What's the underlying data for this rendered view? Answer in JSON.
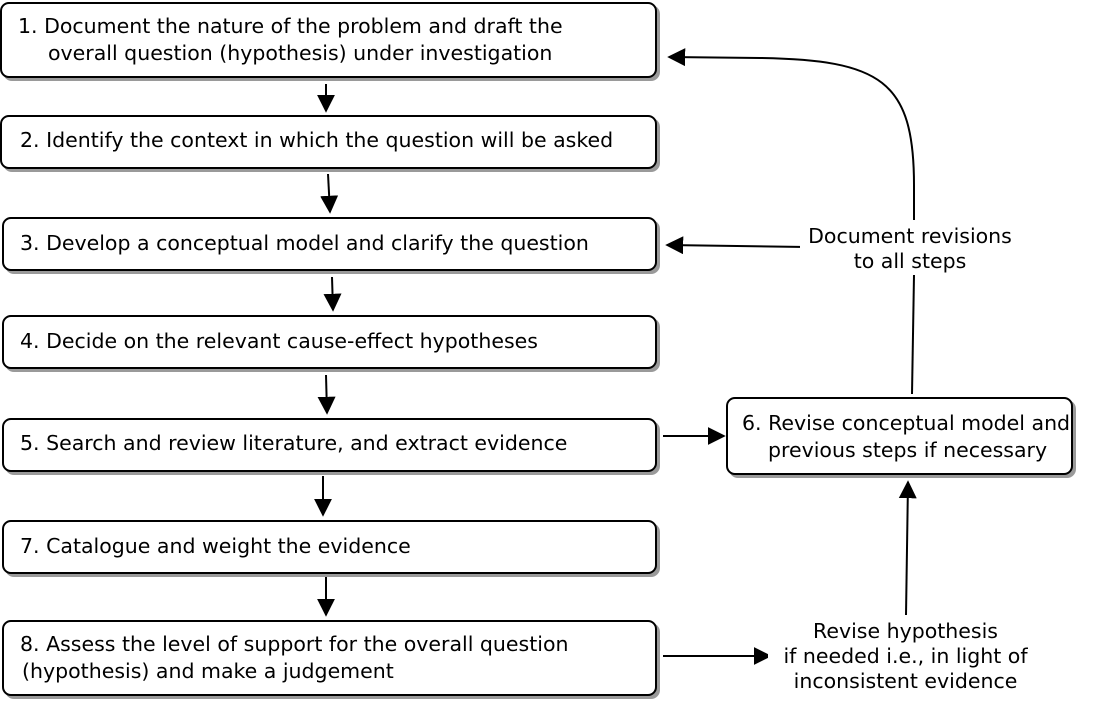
{
  "steps": {
    "step1": {
      "line1": "1. Document the nature of the problem and draft the",
      "line2": "overall question (hypothesis) under investigation"
    },
    "step2": {
      "line1": "2. Identify the context in which the question will be asked"
    },
    "step3": {
      "line1": "3. Develop a conceptual model and clarify the question"
    },
    "step4": {
      "line1": "4. Decide on the relevant cause-effect hypotheses"
    },
    "step5": {
      "line1": "5. Search and review literature, and extract evidence"
    },
    "step6": {
      "line1": "6. Revise conceptual model and",
      "line2": "previous steps if necessary"
    },
    "step7": {
      "line1": "7. Catalogue and weight the evidence"
    },
    "step8": {
      "line1": "8. Assess the level of support for the overall question",
      "line2": "(hypothesis) and make a judgement"
    }
  },
  "labels": {
    "revisions": {
      "line1": "Document revisions",
      "line2": "to all steps"
    },
    "revise_hypothesis": {
      "line1": "Revise hypothesis",
      "line2": "if needed i.e., in light of",
      "line3": "inconsistent evidence"
    }
  },
  "colors": {
    "stroke": "#000000",
    "shadow": "#9a9a9a",
    "background": "#ffffff"
  }
}
